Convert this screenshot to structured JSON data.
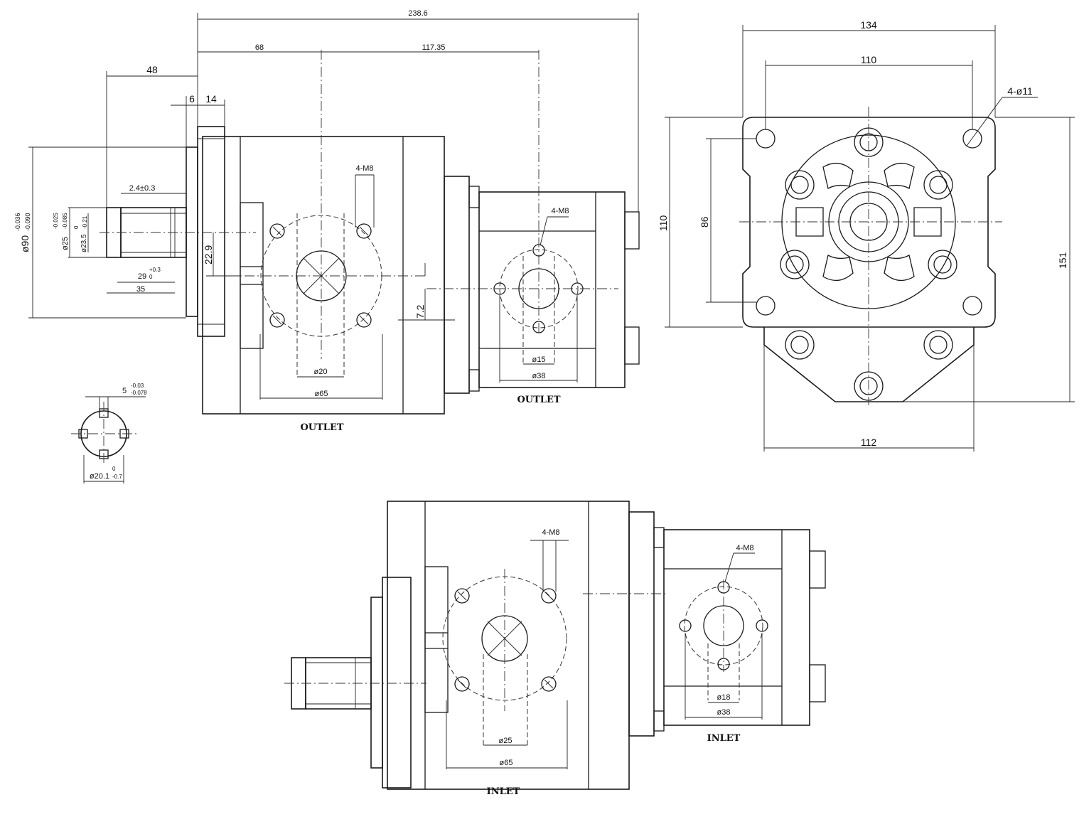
{
  "side_view": {
    "overall_length": "238.6",
    "flange_to_outlet1": "68",
    "outlet1_to_outlet2": "117.35",
    "shaft_length": "48",
    "flange_thk_a": "6",
    "flange_thk_b": "14",
    "groove_width": "2.4±0.3",
    "spline_length_main": "29",
    "spline_length_tol_upper": "+0.3",
    "spline_length_tol_lower": "0",
    "spline_length_total": "35",
    "pilot_dia": "ø90",
    "pilot_dia_tol_upper": "-0.036",
    "pilot_dia_tol_lower": "-0.090",
    "shaft_dia": "ø25",
    "shaft_dia_tol_upper": "-0.025",
    "shaft_dia_tol_lower": "-0.085",
    "minor_dia": "ø23.5",
    "minor_dia_tol_upper": "0",
    "minor_dia_tol_lower": "-0.21",
    "offset_a": "22.9",
    "offset_b": "7.2",
    "port1_bolts": "4-M8",
    "port1_bore": "ø20",
    "port1_pcd": "ø65",
    "port1_caption": "OUTLET",
    "port2_bolts": "4-M8",
    "port2_bore": "ø15",
    "port2_pcd": "ø38",
    "port2_caption": "OUTLET"
  },
  "spline_section": {
    "key_width": "5",
    "key_tol_upper": "-0.03",
    "key_tol_lower": "-0.078",
    "dia": "ø20.1",
    "dia_tol_upper": "0",
    "dia_tol_lower": "-0.7"
  },
  "front_view": {
    "width_overall": "134",
    "hole_spacing_h": "110",
    "holes": "4-ø11",
    "hole_spacing_v": "110",
    "body_height": "86",
    "height_overall": "151",
    "bottom_width": "112"
  },
  "bottom_view": {
    "port1_bolts": "4-M8",
    "port1_bore": "ø25",
    "port1_pcd": "ø65",
    "port1_caption": "INLET",
    "port2_bolts": "4-M8",
    "port2_bore": "ø18",
    "port2_pcd": "ø38",
    "port2_caption": "INLET"
  }
}
